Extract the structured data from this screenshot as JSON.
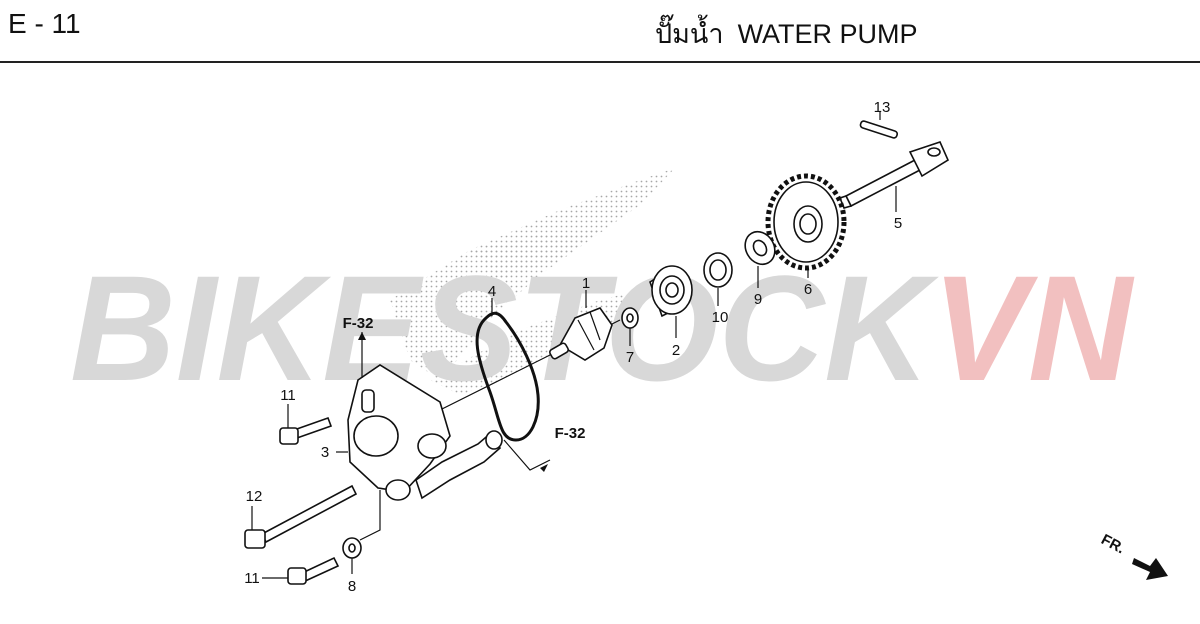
{
  "header": {
    "code": "E - 11",
    "title_th": "ปั๊มน้ำ",
    "title_en": "WATER PUMP"
  },
  "watermark": {
    "part1": "BIKESTOCK",
    "part2": "VN",
    "color1": "#d8d8d8",
    "color2": "#f2c0c0"
  },
  "references": [
    "F-32",
    "F-32"
  ],
  "callouts": [
    "1",
    "2",
    "3",
    "4",
    "5",
    "6",
    "7",
    "8",
    "9",
    "10",
    "11",
    "11",
    "12",
    "13"
  ],
  "direction_label": "FR."
}
